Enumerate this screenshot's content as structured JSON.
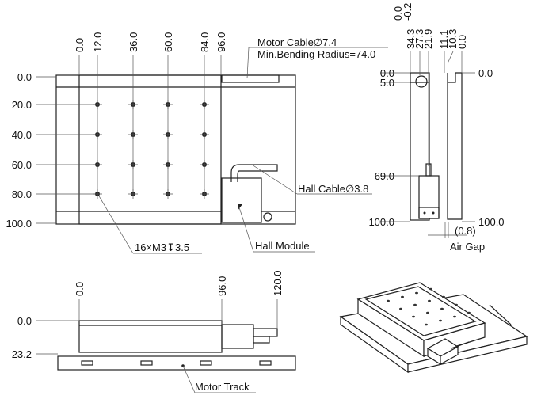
{
  "top_view": {
    "x_dims": [
      "0.0",
      "12.0",
      "36.0",
      "60.0",
      "84.0",
      "96.0"
    ],
    "y_dims": [
      "0.0",
      "20.0",
      "40.0",
      "60.0",
      "80.0",
      "100.0"
    ],
    "motor_cable": "Motor Cable∅7.4",
    "bending_radius": "Min.Bending Radius=74.0",
    "hall_cable": "Hall Cable∅3.8",
    "hall_module": "Hall Module",
    "holes": "16×M3↧3.5"
  },
  "side_view": {
    "x_dims_top": [
      "0.0",
      "-0.2"
    ],
    "x_dims": [
      "34.3",
      "27.3",
      "21.9",
      "11.1",
      "10.3",
      "0.0"
    ],
    "y_dims_left": [
      "0.0",
      "5.0",
      "69.0",
      "100.0"
    ],
    "y_dims_right": [
      "0.0",
      "100.0"
    ],
    "air_gap_value": "(0.8)",
    "air_gap": "Air Gap"
  },
  "front_view": {
    "x_dims": [
      "0.0",
      "96.0",
      "120.0"
    ],
    "y_dims": [
      "0.0",
      "23.2"
    ],
    "motor_track": "Motor Track"
  }
}
